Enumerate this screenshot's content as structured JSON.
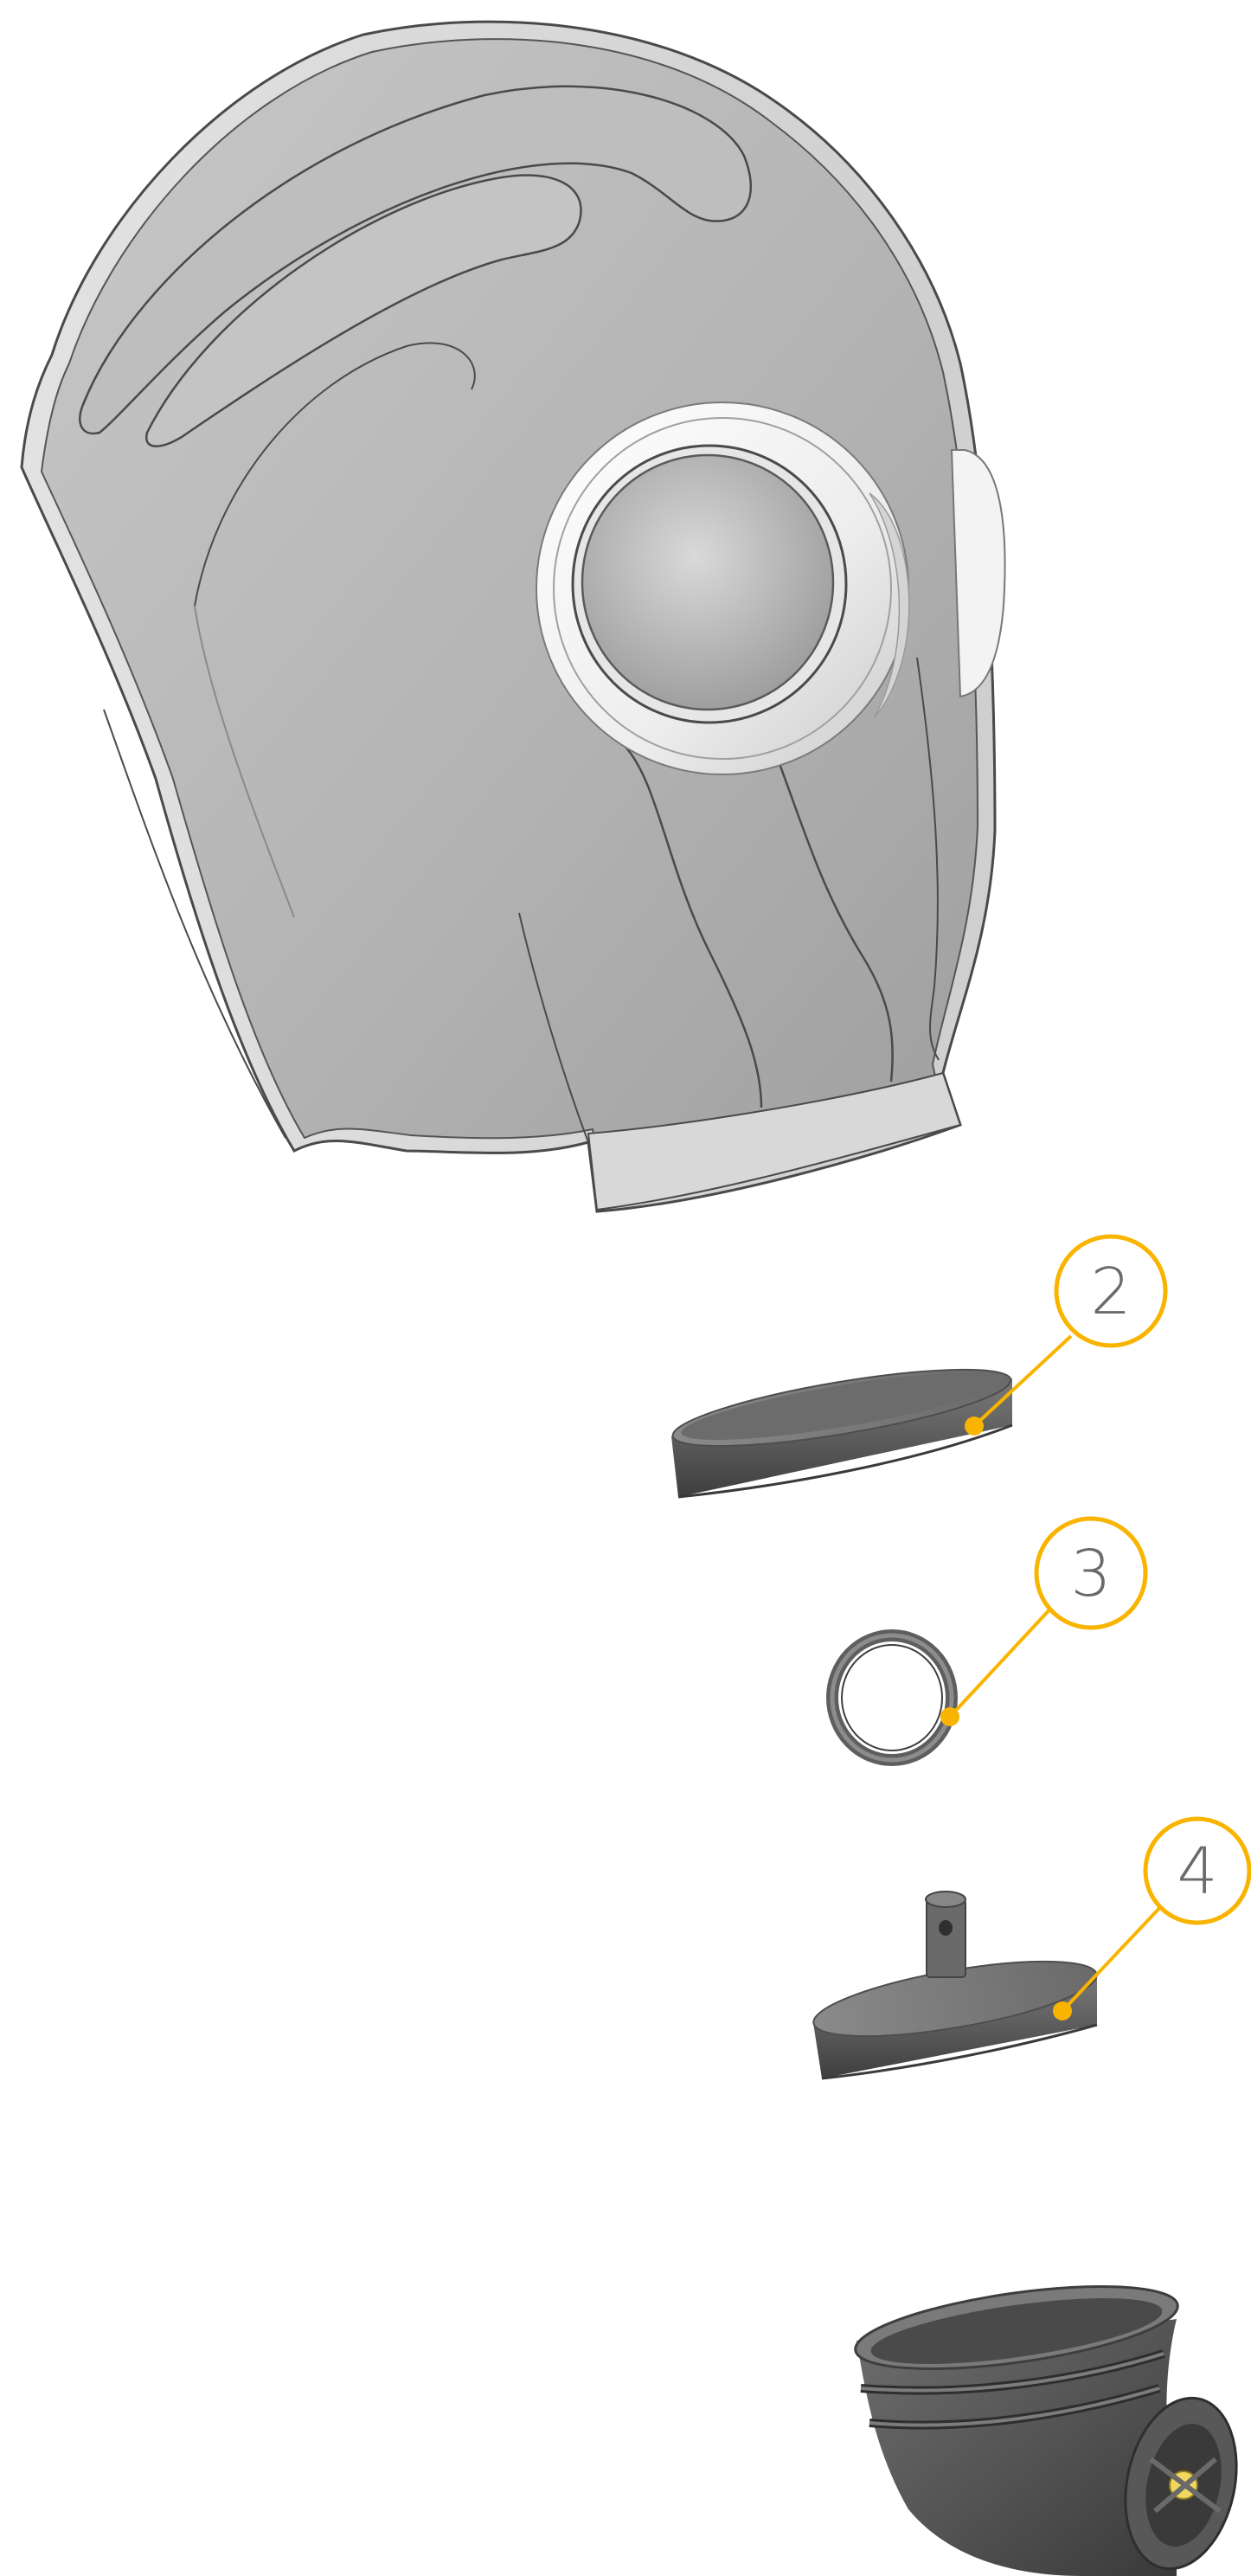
{
  "diagram": {
    "callouts": [
      {
        "id": "part-2",
        "label": "2"
      },
      {
        "id": "part-3",
        "label": "3"
      },
      {
        "id": "part-4",
        "label": "4"
      }
    ],
    "colors": {
      "accent": "#F9B400",
      "mask_rubber": "#B8B8B8",
      "mask_outline": "#4A4A4A",
      "part_dark": "#5E5E5E",
      "lens_rim": "#F2F2F2",
      "background": "#FFFFFF"
    }
  }
}
